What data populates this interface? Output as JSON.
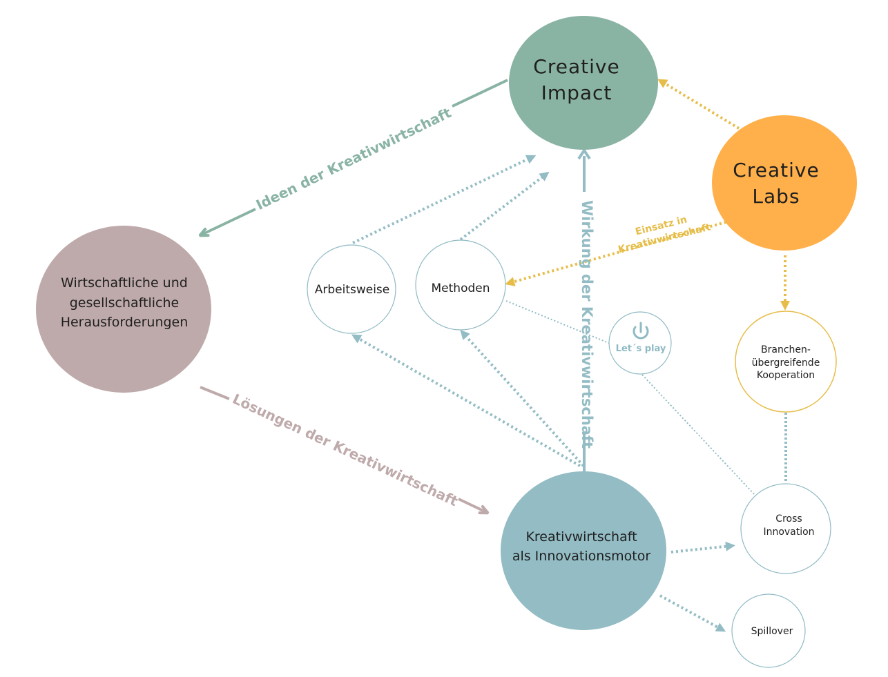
{
  "colors": {
    "green": "#89b3a3",
    "mauve": "#bfaaab",
    "teal": "#93bcc4",
    "orange": "#ffb04a",
    "yellow": "#e6bd48",
    "outline_teal": "#8fbac4"
  },
  "nodes": {
    "creative_impact": "Creative\nImpact",
    "creative_labs": "Creative\nLabs",
    "challenges": "Wirtschaftliche und\ngesellschaftliche\nHerausforderungen",
    "motor": "Kreativwirtschaft\nals Innovationsmotor",
    "arbeitsweise": "Arbeitsweise",
    "methoden": "Methoden",
    "lets_play": "Let´s play",
    "branchen": "Branchen-\nübergreifende\nKooperation",
    "cross_innovation": "Cross\nInnovation",
    "spillover": "Spillover"
  },
  "edges": {
    "ideen": "Ideen der Kreativwirtschaft",
    "loesungen": "Lösungen der Kreativwirtschaft",
    "wirkung": "Wirkung der Kreativwirtschaft",
    "einsatz": "Einsatz in\nKreativwirtschaft"
  },
  "icons": {
    "lets_play_icon": "power-icon"
  }
}
